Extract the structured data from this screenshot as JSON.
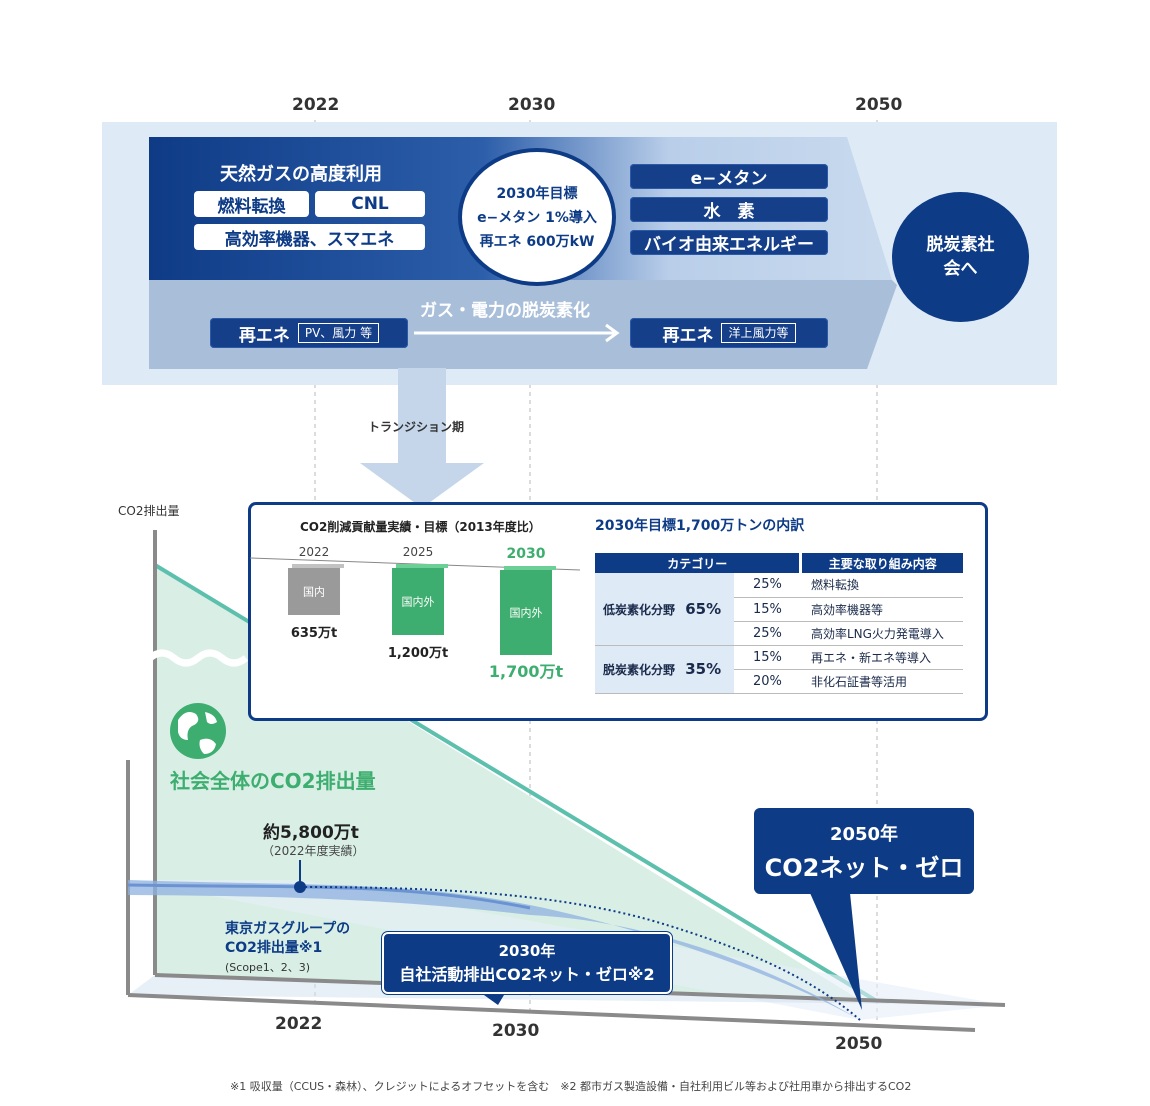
{
  "timeline": {
    "years": [
      "2022",
      "2030",
      "2050"
    ],
    "transition_label": "トランジション期"
  },
  "roadmap": {
    "gas_title": "天然ガスの高度利用",
    "gas_items": [
      "燃料転換",
      "CNL",
      "高効率機器、スマエネ"
    ],
    "target_circle": {
      "line1": "2030年目標",
      "line2": "e−メタン 1%導入",
      "line3": "再エネ 600万kW"
    },
    "future_items": [
      "e−メタン",
      "水　素",
      "バイオ由来エネルギー"
    ],
    "goal": "脱炭素社会へ",
    "decarb_label": "ガス・電力の脱炭素化",
    "renewable_now": {
      "label": "再エネ",
      "tag": "PV、風力 等"
    },
    "renewable_future": {
      "label": "再エネ",
      "tag": "洋上風力等"
    }
  },
  "contribution": {
    "title": "CO2削減貢献量実績・目標（2013年度比）",
    "bars": [
      {
        "year": "2022",
        "label": "国内",
        "value": 635,
        "value_label": "635万t",
        "color": "#9a9a9a"
      },
      {
        "year": "2025",
        "label": "国内外",
        "value": 1200,
        "value_label": "1,200万t",
        "color": "#3dae6f"
      },
      {
        "year": "2030",
        "label": "国内外",
        "value": 1700,
        "value_label": "1,700万t",
        "color": "#3dae6f"
      }
    ]
  },
  "breakdown": {
    "title": "2030年目標1,700万トンの内訳",
    "col_category": "カテゴリー",
    "col_actions": "主要な取り組み内容",
    "groups": [
      {
        "name": "低炭素化分野",
        "share": "65%",
        "rows": [
          {
            "pct": "25%",
            "action": "燃料転換"
          },
          {
            "pct": "15%",
            "action": "高効率機器等"
          },
          {
            "pct": "25%",
            "action": "高効率LNG火力発電導入"
          }
        ]
      },
      {
        "name": "脱炭素化分野",
        "share": "35%",
        "rows": [
          {
            "pct": "15%",
            "action": "再エネ・新エネ等導入"
          },
          {
            "pct": "20%",
            "action": "非化石証書等活用"
          }
        ]
      }
    ]
  },
  "emissions": {
    "y_axis": "CO2排出量",
    "society_label": "社会全体のCO2排出量",
    "group_value": "約5,800万t",
    "group_value_note": "（2022年度実績）",
    "group_label_l1": "東京ガスグループの",
    "group_label_l2": "CO2排出量※1",
    "group_label_l3": "(Scope1、2、3)",
    "callout_2030_l1": "2030年",
    "callout_2030_l2": "自社活動排出CO2ネット・ゼロ※2",
    "callout_2050_l1": "2050年",
    "callout_2050_l2": "CO2ネット・ゼロ",
    "x_years": [
      "2022",
      "2030",
      "2050"
    ]
  },
  "footnotes": "※1 吸収量（CCUS・森林）、クレジットによるオフセットを含む　※2 都市ガス製造設備・自社利用ビル等および社用車から排出するCO2"
}
